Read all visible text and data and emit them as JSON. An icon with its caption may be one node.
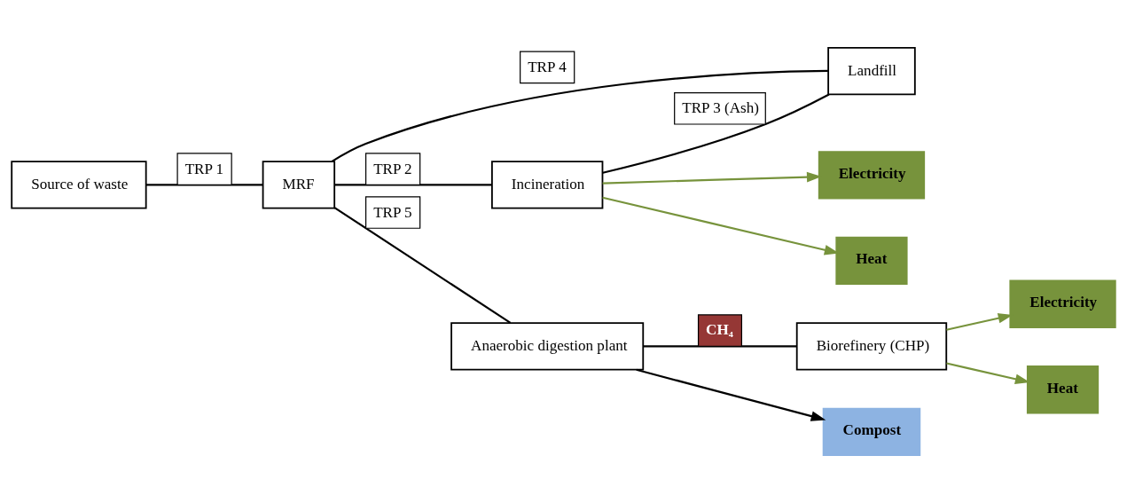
{
  "diagram": {
    "nodes": [
      {
        "text": [
          "Source of waste"
        ]
      },
      {
        "text": [
          "MRF"
        ]
      },
      {
        "text": [
          "Incineration"
        ]
      },
      {
        "text": [
          "Landfill"
        ]
      },
      {
        "text": [
          "Anaerobic digestion plant"
        ]
      },
      {
        "text": [
          "Biorefinery (CHP)"
        ]
      },
      {
        "text": [
          "Electricity"
        ]
      },
      {
        "text": [
          "Heat"
        ]
      },
      {
        "text": [
          "Compost"
        ]
      },
      {
        "text": [
          "Electricity"
        ]
      },
      {
        "text": [
          "Heat"
        ]
      }
    ],
    "edges": [
      {
        "from": 0,
        "to": 1,
        "arrow": "none",
        "label": "TRP 1"
      },
      {
        "from": 1,
        "to": 4,
        "arrow": "none",
        "label": "TRP 5"
      },
      {
        "from": 1,
        "to": 2,
        "arrow": "none",
        "label": "TRP 2"
      },
      {
        "from": 1,
        "to": 3,
        "arrow": "none",
        "label": "TRP 4"
      },
      {
        "from": 2,
        "to": 3,
        "arrow": "none",
        "label": "TRP 3 (Ash)"
      },
      {
        "from": 2,
        "to": 6,
        "arrow": "to",
        "color": "#77933c"
      },
      {
        "from": 2,
        "to": 7,
        "arrow": "to",
        "color": "#77933c"
      },
      {
        "from": 4,
        "to": 8,
        "arrow": "to"
      },
      {
        "from": 4,
        "to": 5,
        "arrow": "none",
        "label": "CH₄"
      },
      {
        "from": 5,
        "to": 9,
        "arrow": "to",
        "color": "#77933c"
      },
      {
        "from": 5,
        "to": 10,
        "arrow": "to",
        "color": "#77933c"
      }
    ]
  }
}
